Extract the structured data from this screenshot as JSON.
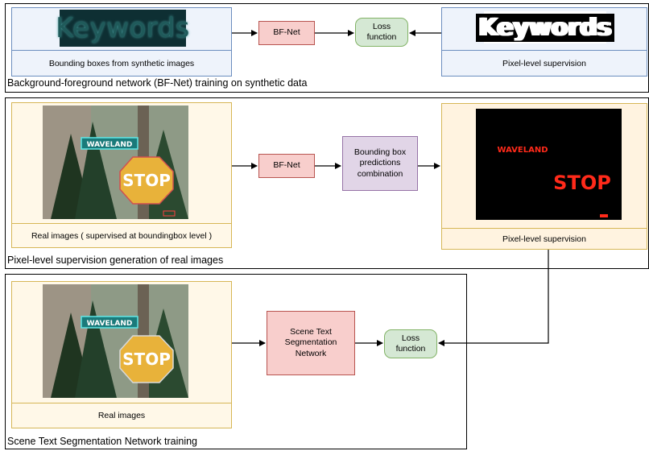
{
  "sections": {
    "top": {
      "title": "Background-foreground network (BF-Net) training on synthetic data"
    },
    "middle": {
      "title": "Pixel-level supervision generation of real images"
    },
    "bottom": {
      "title": "Scene Text Segmentation Network training"
    }
  },
  "top": {
    "left_image_text": "Keywords",
    "left_caption": "Bounding boxes from synthetic images",
    "bfnet": "BF-Net",
    "loss": "Loss function",
    "right_image_text": "Keywords",
    "right_caption": "Pixel-level supervision"
  },
  "middle": {
    "photo": {
      "sign_top": "WAVELAND",
      "sign_stop": "STOP"
    },
    "left_caption": "Real images ( supervised at boundingbox level )",
    "bfnet": "BF-Net",
    "combination": "Bounding box predictions combination",
    "mask": {
      "top": "WAVELAND",
      "stop": "STOP"
    },
    "right_caption": "Pixel-level supervision"
  },
  "bottom": {
    "photo": {
      "sign_top": "WAVELAND",
      "sign_stop": "STOP"
    },
    "caption": "Real images",
    "network": "Scene Text Segmentation Network",
    "loss": "Loss function"
  },
  "colors": {
    "red_node": "#f8cecc",
    "green_node": "#d5e8d4",
    "purple_node": "#e1d5e7",
    "yellow_panel": "#fff8e8",
    "blue_panel": "#eef3fb"
  }
}
